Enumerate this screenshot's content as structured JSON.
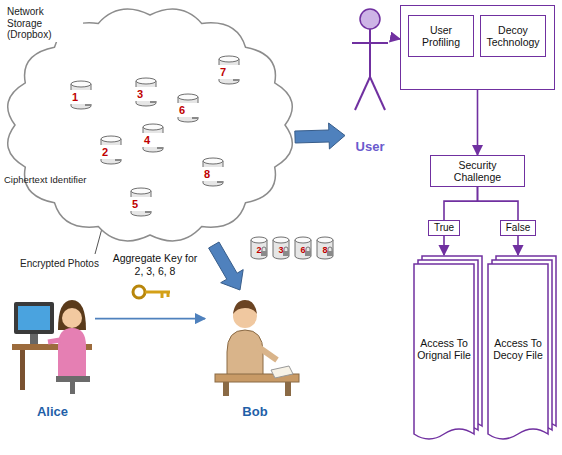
{
  "diagram": {
    "nodes": [
      {
        "text": [
          "Network Storage (Dropbox)"
        ]
      },
      {
        "text": [
          "1"
        ],
        "in": 0
      },
      {
        "text": [
          "2"
        ],
        "in": 0
      },
      {
        "text": [
          "3"
        ],
        "in": 0
      },
      {
        "text": [
          "4"
        ],
        "in": 0
      },
      {
        "text": [
          "5"
        ],
        "in": 0
      },
      {
        "text": [
          "6"
        ],
        "in": 0
      },
      {
        "text": [
          "7"
        ],
        "in": 0
      },
      {
        "text": [
          "8"
        ],
        "in": 0
      },
      {
        "text": [
          "User"
        ]
      },
      {
        "text": []
      },
      {
        "text": [
          "User Profiling"
        ],
        "in": 10
      },
      {
        "text": [
          "Decoy Technology"
        ],
        "in": 10
      },
      {
        "text": [
          "Security Challenge"
        ]
      },
      {
        "text": [
          "Access To Orignal File"
        ]
      },
      {
        "text": [
          "Access To Decoy File"
        ]
      },
      {
        "text": [
          "Alice"
        ]
      },
      {
        "text": [
          "Bob"
        ]
      },
      {
        "text": [
          "2"
        ]
      },
      {
        "text": [
          "3"
        ]
      },
      {
        "text": [
          "6"
        ]
      },
      {
        "text": [
          "8"
        ]
      }
    ],
    "edges": [
      {
        "from": 0,
        "to": 9,
        "arrow": "to"
      },
      {
        "from": 0,
        "to": 17,
        "arrow": "to"
      },
      {
        "from": 9,
        "to": 10,
        "arrow": "to"
      },
      {
        "from": 10,
        "to": 13,
        "arrow": "to"
      },
      {
        "from": 13,
        "to": 14,
        "label": "True",
        "arrow": "to"
      },
      {
        "from": 13,
        "to": 15,
        "label": "False",
        "arrow": "to"
      },
      {
        "from": 16,
        "to": 17,
        "label": "Aggregate Key for 2, 3, 6, 8",
        "arrow": "to"
      }
    ],
    "labels": [
      "Ciphertext Identifier",
      "Encrypted Photos"
    ]
  }
}
